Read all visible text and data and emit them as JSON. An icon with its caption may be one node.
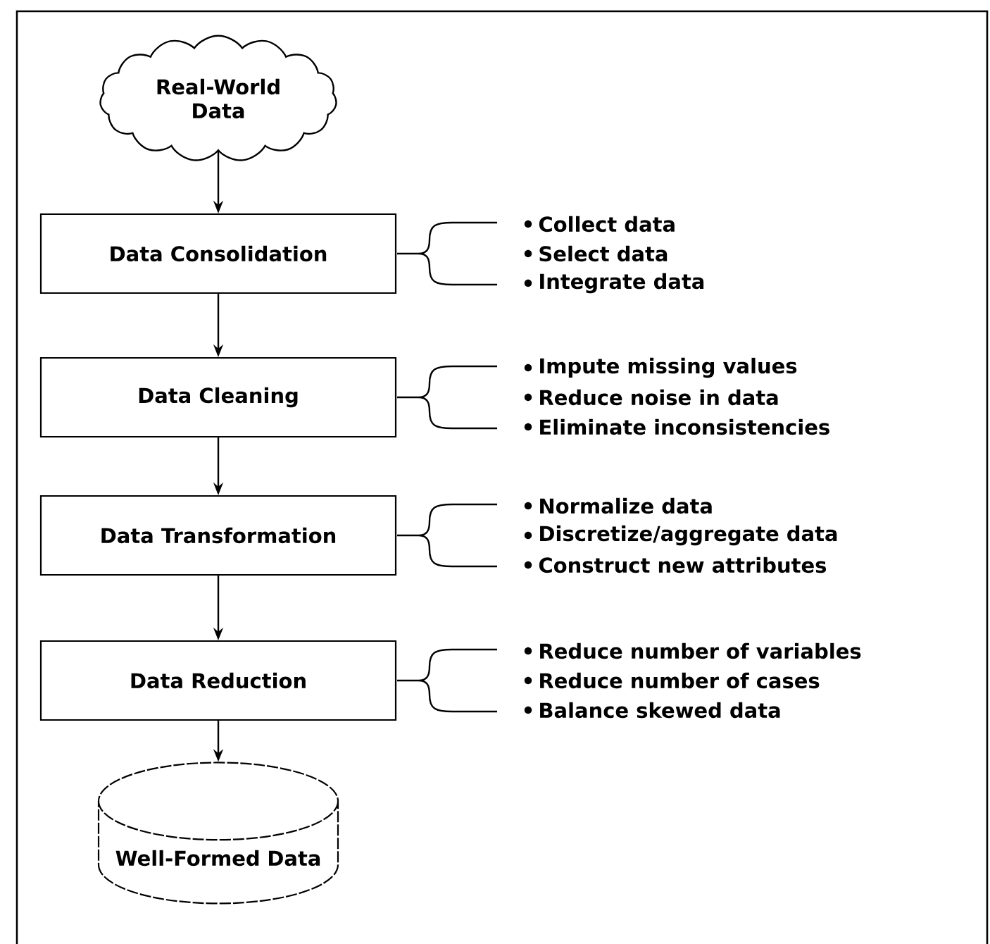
{
  "diagram": {
    "nodes": [
      {
        "text": [
          "Real-World Data"
        ]
      },
      {
        "text": [
          "Data Consolidation"
        ],
        "beside": [
          "Collect data",
          "Select data",
          "Integrate data"
        ]
      },
      {
        "text": [
          "Data Cleaning"
        ],
        "beside": [
          "Impute missing values",
          "Reduce noise in data",
          "Eliminate inconsistencies"
        ]
      },
      {
        "text": [
          "Data Transformation"
        ],
        "beside": [
          "Normalize data",
          "Discretize/aggregate data",
          "Construct new attributes"
        ]
      },
      {
        "text": [
          "Data Reduction"
        ],
        "beside": [
          "Reduce number of variables",
          "Reduce number of cases",
          "Balance skewed data"
        ]
      },
      {
        "text": [
          "Well-Formed Data"
        ]
      }
    ],
    "edges": [
      {
        "from": 0,
        "to": 1,
        "arrow": "to"
      },
      {
        "from": 1,
        "to": 2,
        "arrow": "to"
      },
      {
        "from": 2,
        "to": 3,
        "arrow": "to"
      },
      {
        "from": 3,
        "to": 4,
        "arrow": "to"
      },
      {
        "from": 4,
        "to": 5,
        "arrow": "to"
      }
    ]
  }
}
